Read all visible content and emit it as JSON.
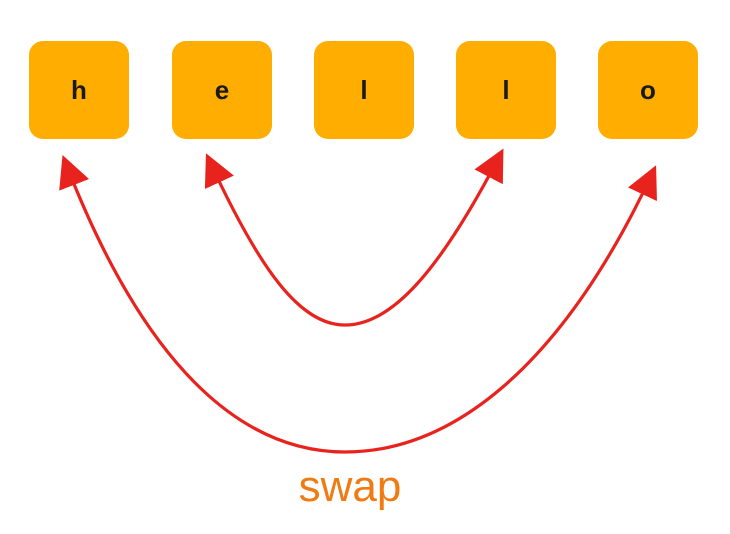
{
  "colors": {
    "box_fill": "#FFAD00",
    "arrow": "#E8231E",
    "caption": "#F07B12"
  },
  "characters": [
    "h",
    "e",
    "l",
    "l",
    "o"
  ],
  "swaps": [
    {
      "from_index": 0,
      "to_index": 4
    },
    {
      "from_index": 1,
      "to_index": 3
    }
  ],
  "caption": "swap"
}
